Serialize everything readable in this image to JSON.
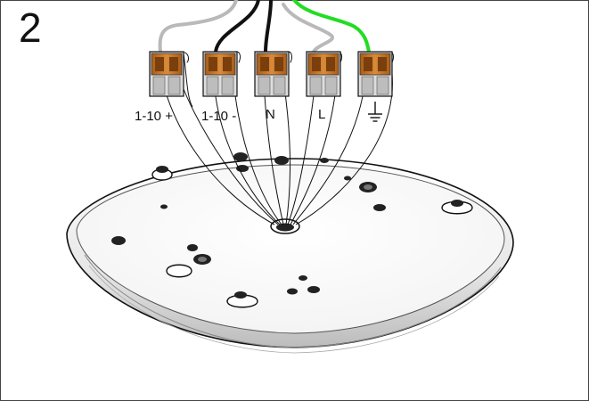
{
  "step_number": "2",
  "terminals": [
    {
      "label": "1-10 +",
      "wire_color": "#b9b9b9"
    },
    {
      "label": "1-10 -",
      "wire_color": "#111111"
    },
    {
      "label": "N",
      "wire_color": "#111111"
    },
    {
      "label": "L",
      "wire_color": "#b9b9b9"
    },
    {
      "label": "",
      "symbol": "ground-icon",
      "wire_color": "#22dd22"
    }
  ],
  "colors": {
    "terminal_body": "#c8772a",
    "terminal_base": "#d8d8d8",
    "wire_ground": "#22dd22",
    "wire_grey": "#b9b9b9",
    "wire_black": "#111111",
    "base_fill": "#ffffff",
    "outline": "#111111"
  }
}
